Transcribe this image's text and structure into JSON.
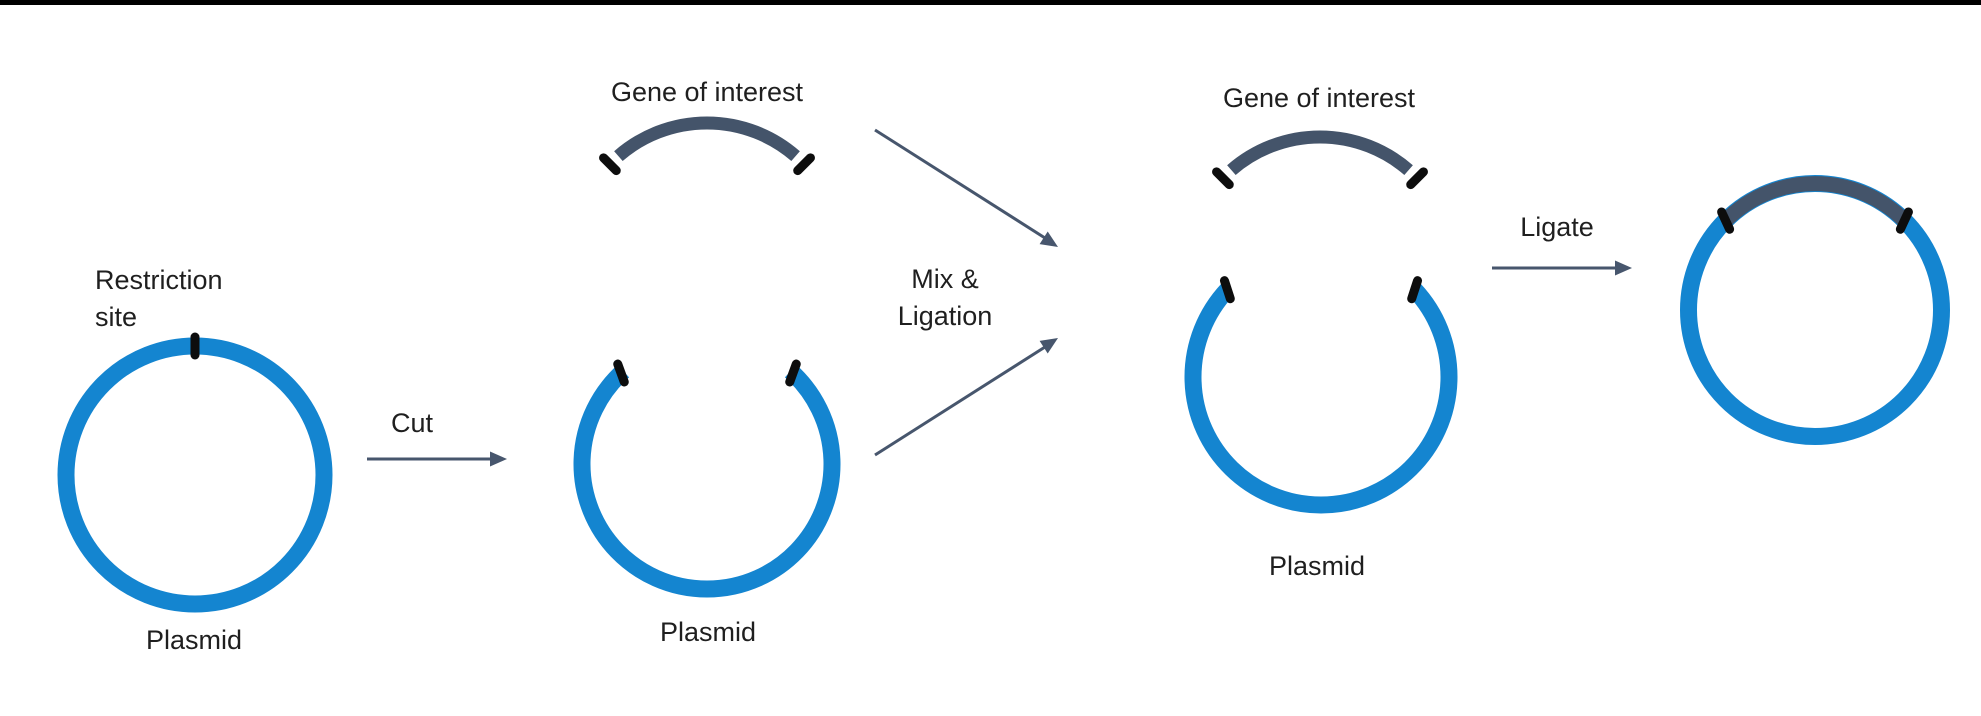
{
  "colors": {
    "background": "#ffffff",
    "top_bar": "#000000",
    "plasmid": "#1485d0",
    "gene": "#44546a",
    "arrow": "#47566d",
    "tick": "#0d0d0d",
    "text": "#1f1f1f"
  },
  "diagram": {
    "title_context": "Plasmid cloning / ligation diagram",
    "step1": {
      "restriction_site_line1": "Restriction",
      "restriction_site_line2": "site",
      "plasmid_label": "Plasmid"
    },
    "arrow_cut": {
      "label": "Cut"
    },
    "step2": {
      "gene_label": "Gene of interest",
      "plasmid_label": "Plasmid"
    },
    "arrow_mix": {
      "label_line1": "Mix &",
      "label_line2": "Ligation"
    },
    "step3": {
      "gene_label": "Gene of interest",
      "plasmid_label": "Plasmid"
    },
    "arrow_ligate": {
      "label": "Ligate"
    }
  }
}
